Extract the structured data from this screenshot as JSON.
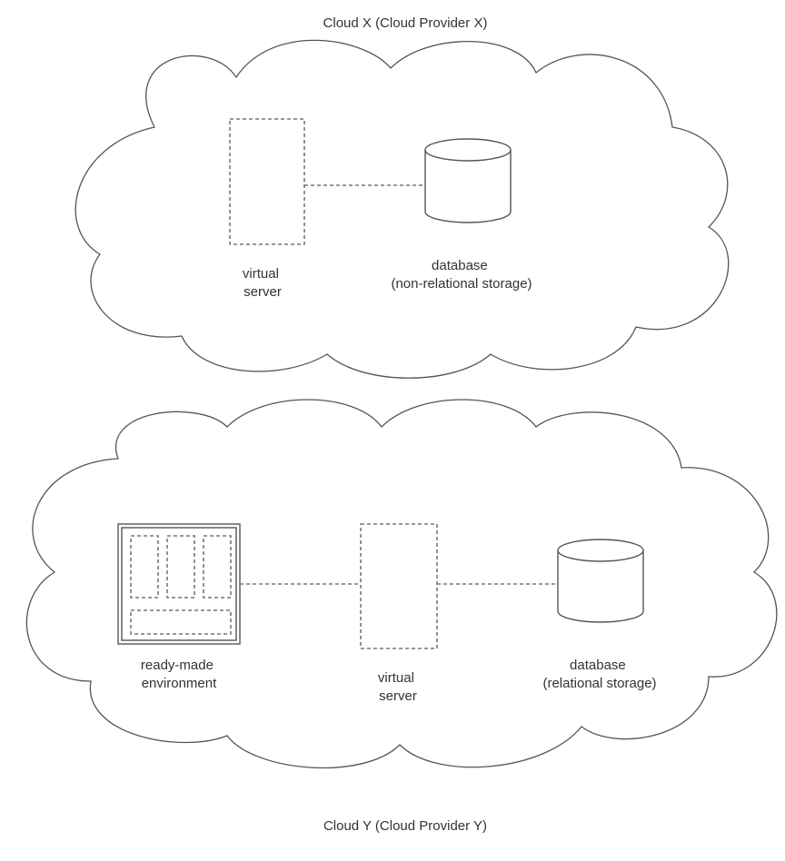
{
  "cloud_x": {
    "title": "Cloud X (Cloud Provider X)",
    "server_label": [
      "virtual",
      "server"
    ],
    "database_label": [
      "database",
      "(non-relational storage)"
    ]
  },
  "cloud_y": {
    "title": "Cloud Y (Cloud Provider Y)",
    "environment_label": [
      "ready-made",
      "environment"
    ],
    "server_label": [
      "virtual",
      "server"
    ],
    "database_label": [
      "database",
      "(relational storage)"
    ]
  }
}
